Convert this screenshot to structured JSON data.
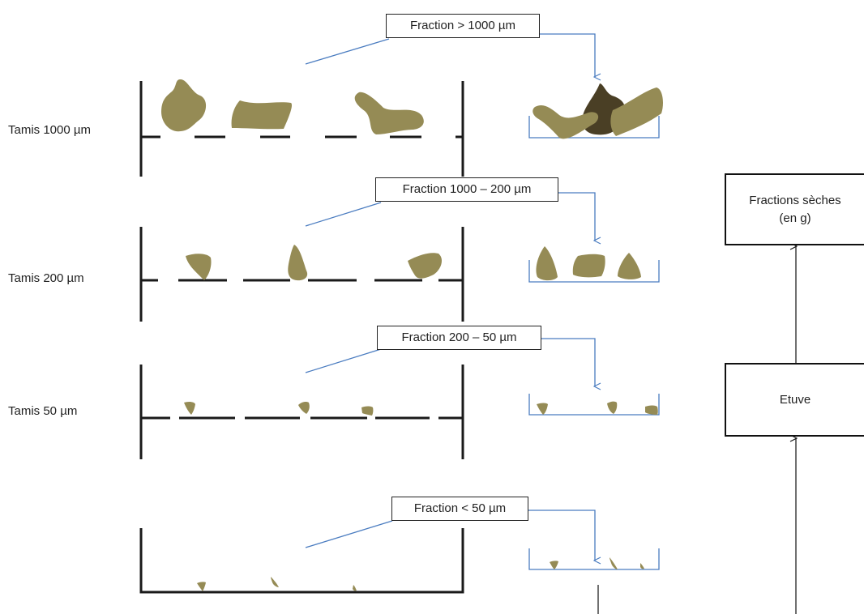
{
  "sieves": [
    {
      "label": "Tamis 1000 µm",
      "fraction": "Fraction > 1000 µm"
    },
    {
      "label": "Tamis 200 µm",
      "fraction": "Fraction 1000 – 200 µm"
    },
    {
      "label": "Tamis 50 µm",
      "fraction": "Fraction 200 – 50 µm"
    },
    {
      "label": "",
      "fraction": "Fraction < 50 µm"
    }
  ],
  "process": {
    "oven": "Etuve",
    "dry_line1": "Fractions sèches",
    "dry_line2": "(en g)"
  },
  "colors": {
    "particle": "#958b55",
    "particle_dark": "#4a3f25",
    "tray": "#4a7cc0",
    "leader": "#4a7cc0",
    "sieve": "#1a1a1a",
    "flow": "#111111"
  }
}
